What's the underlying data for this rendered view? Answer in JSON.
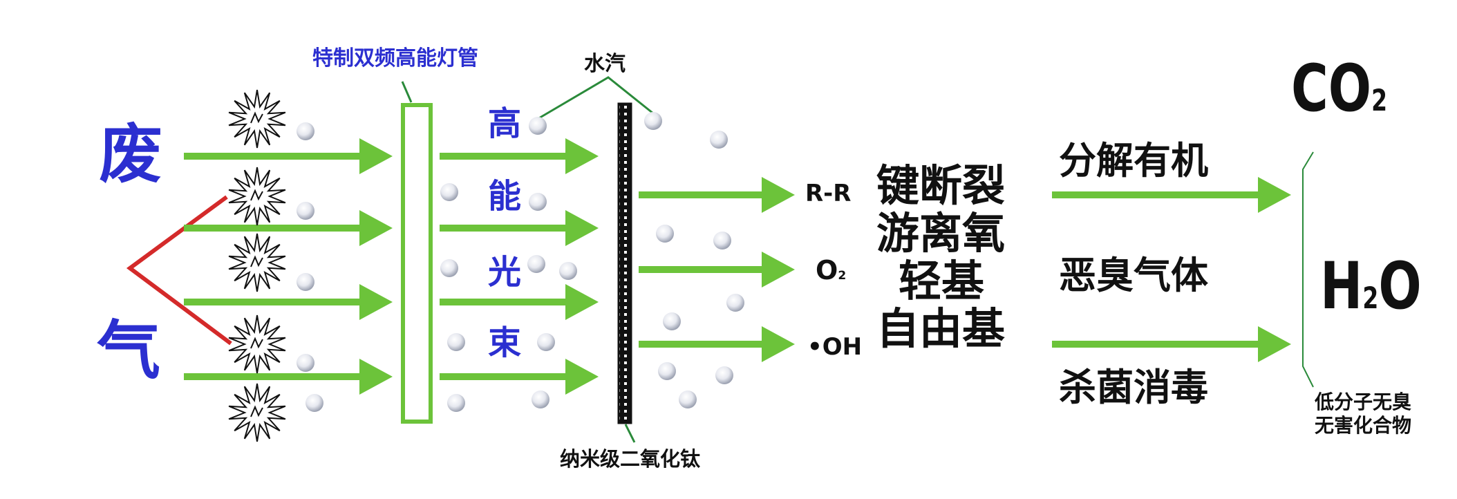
{
  "title_left": {
    "top": "废",
    "bottom": "气"
  },
  "lamp_label": "特制双频高能灯管",
  "vapor_label": "水汽",
  "beam_chars": [
    "高",
    "能",
    "光",
    "束"
  ],
  "catalyst_label": "纳米级二氧化钛",
  "species": {
    "rr": "R-R",
    "o2": "O",
    "o2_sub": "2",
    "oh": "•OH"
  },
  "mechanism_lines": [
    "键断裂",
    "游离氧",
    "轻基",
    "自由基"
  ],
  "effects": [
    "分解有机",
    "恶臭气体",
    "杀菌消毒"
  ],
  "products": {
    "co2": "CO",
    "co2_sub": "2",
    "h2o_h": "H",
    "h2o_sub": "2",
    "h2o_o": "O",
    "caption_lines": [
      "低分子无臭",
      "无害化合物"
    ]
  },
  "colors": {
    "arrow": "#6cc33a",
    "blue_text": "#2b2fd0",
    "v_line": "#d42a2a",
    "lamp": "#6cc33a",
    "leader": "#2a8a3a"
  }
}
